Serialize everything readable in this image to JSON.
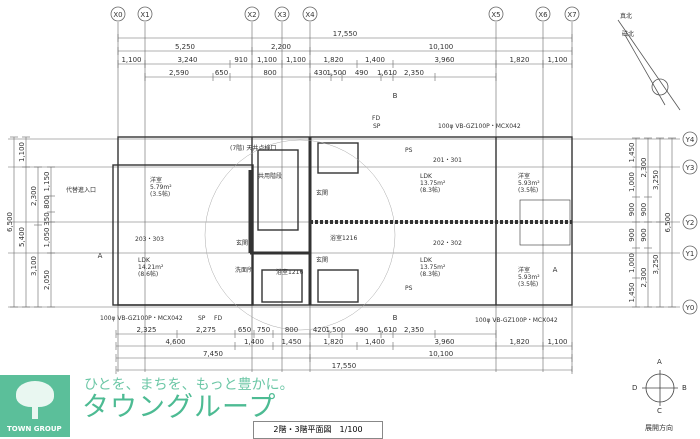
{
  "grid_axes": {
    "x": [
      "X0",
      "X1",
      "X2",
      "X3",
      "X4",
      "X5",
      "X6",
      "X7"
    ],
    "y": [
      "Y4",
      "Y3",
      "Y2",
      "Y1",
      "Y0"
    ]
  },
  "dims_top": [
    [
      "17,550"
    ],
    [
      "5,250",
      "2,200",
      "10,100"
    ],
    [
      "1,100",
      "3,240",
      "910",
      "1,100",
      "1,100",
      "1,820",
      "1,400",
      "3,960",
      "1,820",
      "1,100"
    ],
    [
      "2,590",
      "650",
      "800",
      "430",
      "1,500",
      "490",
      "1,610",
      "2,350"
    ]
  ],
  "dims_bottom": [
    [
      "2,325",
      "2,275",
      "650",
      "750",
      "800",
      "420",
      "1,500",
      "490",
      "1,610",
      "2,350"
    ],
    [
      "4,600",
      "1,400",
      "1,450",
      "1,820",
      "1,400",
      "3,960",
      "1,820",
      "1,100"
    ],
    [
      "7,450",
      "10,100"
    ],
    [
      "17,550"
    ]
  ],
  "dims_left": [
    [
      "6,500"
    ],
    [
      "1,100",
      "5,400"
    ],
    [
      "2,300",
      "3,100"
    ],
    [
      "1,150",
      "800",
      "350",
      "1,050",
      "2,050"
    ]
  ],
  "dims_right": [
    [
      "1,450",
      "1,000",
      "900",
      "900",
      "1,000",
      "1,450"
    ],
    [
      "2,300",
      "900",
      "900",
      "2,300"
    ],
    [
      "3,250",
      "3,250"
    ],
    [
      "6,500"
    ]
  ],
  "rooms": [
    {
      "name": "洋室",
      "area": "5.79m²",
      "tatami": "(3.5帖)"
    },
    {
      "name": "LDK",
      "area": "14.21m²",
      "tatami": "(8.6帖)"
    },
    {
      "name": "LDK",
      "area": "13.75m²",
      "tatami": "(8.3帖)"
    },
    {
      "name": "LDK",
      "area": "13.75m²",
      "tatami": "(8.3帖)"
    },
    {
      "name": "洋室",
      "area": "5.93m²",
      "tatami": "(3.5帖)"
    },
    {
      "name": "洋室",
      "area": "5.93m²",
      "tatami": "(3.5帖)"
    }
  ],
  "unit_numbers": [
    "203・303",
    "201・301",
    "202・302"
  ],
  "labels": {
    "entrance": "玄関",
    "washroom": "洗面所",
    "bath": "浴室1216",
    "stairs": "共用階段",
    "hatch": "(7階) 天井点検口",
    "access": "代替進入口",
    "pipe": "100φ  VB-GZ100P・MCX042",
    "section_a": "A",
    "section_b": "B",
    "sp": "SP",
    "fd": "FD",
    "ps": "PS",
    "north_true": "真北",
    "north_mag": "磁北"
  },
  "title": "2階・3階平面図　1/100",
  "compass": {
    "a": "A",
    "b": "B",
    "c": "C",
    "d": "D",
    "caption": "展開方向"
  },
  "logo": {
    "slogan": "ひとを、まちを、もっと豊かに。",
    "brand": "タウングループ",
    "en": "TOWN GROUP"
  },
  "colors": {
    "brand": "#5bbf9a",
    "line": "#555555"
  }
}
